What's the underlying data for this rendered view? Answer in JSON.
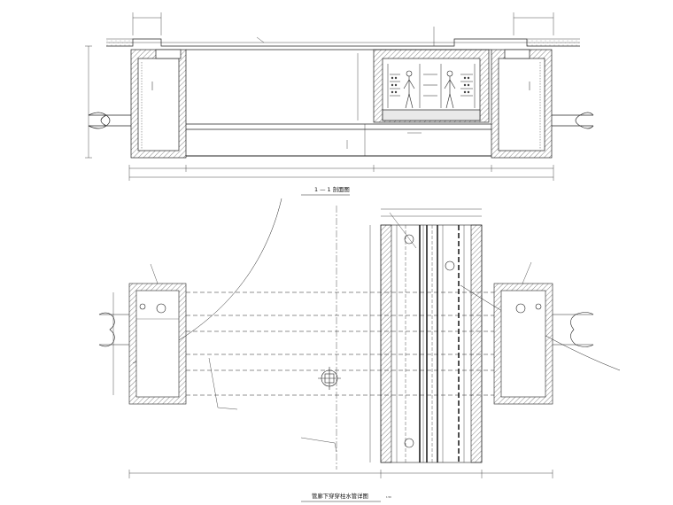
{
  "section_title": "1 — 1 剖面图",
  "plan_title": "管廊下穿穿柱水管详图",
  "scale_note": "1:50"
}
